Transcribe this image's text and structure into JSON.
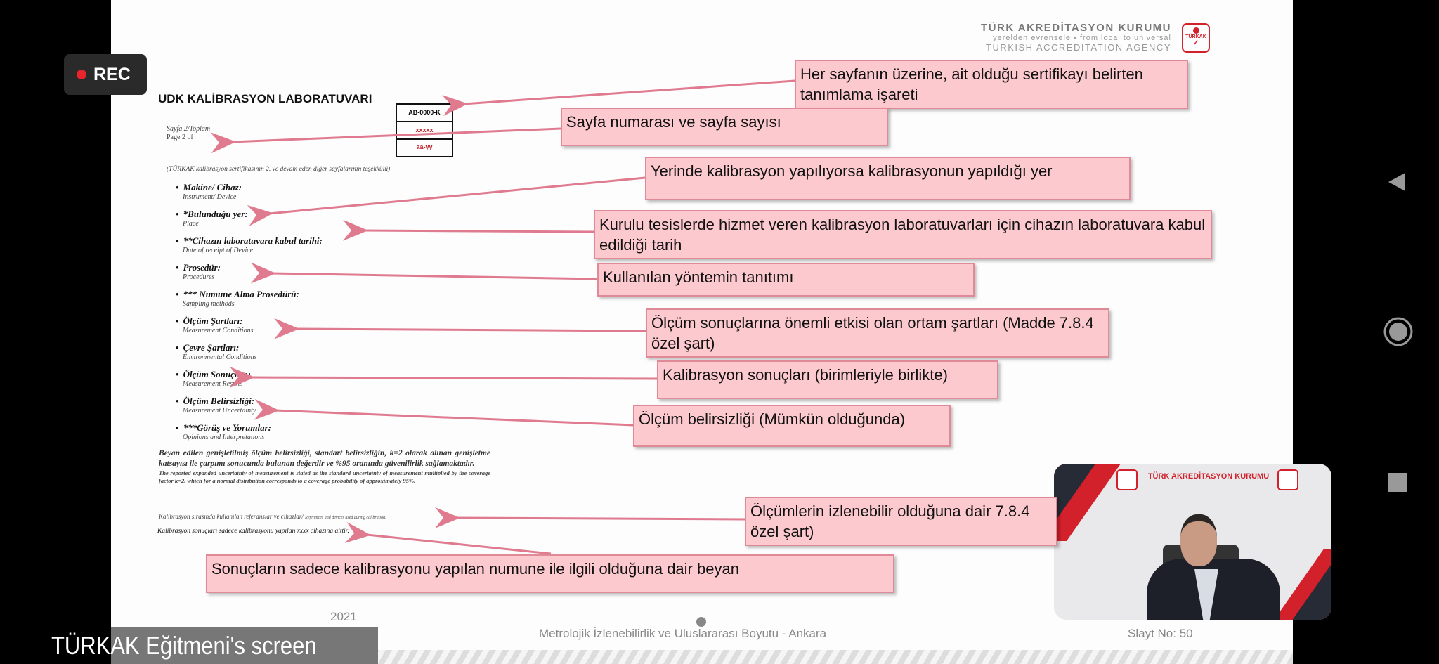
{
  "recording": {
    "label": "REC"
  },
  "header": {
    "org_tr": "TÜRK AKREDİTASYON KURUMU",
    "slogan": "yerelden evrensele • from local to universal",
    "org_en": "TURKISH ACCREDITATION AGENCY",
    "logo_text": "TÜRKAK"
  },
  "document": {
    "lab_title": "UDK KALİBRASYON LABORATUVARI",
    "cert_box": [
      "AB-0000-K",
      "xxxxx",
      "aa-yy"
    ],
    "page_tr": "Sayfa 2/Toplam",
    "page_en": "Page 2 of",
    "note": "(TÜRKAK kalibrasyon sertifikasının 2. ve devam eden diğer sayfalarının teşekkülü)",
    "fields": [
      {
        "tr": "Makine/ Cihaz:",
        "en": "Instrument/ Device"
      },
      {
        "tr": "*Bulunduğu yer:",
        "en": "Place"
      },
      {
        "tr": "**Cihazın laboratuvara kabul tarihi:",
        "en": "Date of receipt of Device"
      },
      {
        "tr": "Prosedür:",
        "en": "Procedures"
      },
      {
        "tr": "*** Numune Alma Prosedürü:",
        "en": "Sampling methods"
      },
      {
        "tr": "Ölçüm Şartları:",
        "en": "Measurement Conditions"
      },
      {
        "tr": "Çevre Şartları:",
        "en": "Environmental Conditions"
      },
      {
        "tr": "Ölçüm Sonuçları:",
        "en": "Measurement Results"
      },
      {
        "tr": "Ölçüm Belirsizliği:",
        "en": "Measurement Uncertainty"
      },
      {
        "tr": "***Görüş ve Yorumlar:",
        "en": "Opinions and Interpretations"
      }
    ],
    "uncertainty_tr": "Beyan edilen genişletilmiş ölçüm belirsizliği, standart belirsizliğin, k=2 olarak alınan genişletme katsayısı ile çarpımı sonucunda bulunan değerdir ve %95 oranında güvenilirlik sağlamaktadır.",
    "uncertainty_en": "The reported expanded uncertainty of measurement is stated as the standard uncertainty of measurement multiplied by the coverage factor k=2, which for a normal distribution corresponds to a coverage probability of approximately 95%.",
    "references_tr": "Kalibrasyon sırasında kullanılan referanslar ve cihazlar/ ",
    "references_en": "References and devices used during calibration:",
    "results_note": "Kalibrasyon sonuçları sadece kalibrasyonu yapılan xxxx cihazına aittir."
  },
  "callouts": [
    "Her sayfanın üzerine, ait olduğu sertifikayı belirten tanımlama işareti",
    "Sayfa numarası ve sayfa sayısı",
    "Yerinde kalibrasyon yapılıyorsa kalibrasyonun yapıldığı yer",
    "Kurulu tesislerde hizmet veren kalibrasyon laboratuvarları için cihazın laboratuvara kabul edildiği tarih",
    "Kullanılan yöntemin tanıtımı",
    "Ölçüm sonuçlarına önemli etkisi olan ortam şartları (Madde 7.8.4 özel şart)",
    "Kalibrasyon sonuçları (birimleriyle birlikte)",
    "Ölçüm belirsizliği (Mümkün olduğunda)",
    "Ölçümlerin izlenebilir olduğuna dair 7.8.4 özel şart)",
    "Sonuçların sadece kalibrasyonu yapılan numune ile ilgili olduğuna dair beyan"
  ],
  "footer": {
    "year": "2021",
    "title": "Metrolojik İzlenebilirlik ve Uluslararası Boyutu - Ankara",
    "slide_no": "Slayt No: 50"
  },
  "screenshare": {
    "label": "TÜRKAK Eğitmeni's screen"
  },
  "webcam": {
    "banner": "TÜRK AKREDİTASYON KURUMU"
  },
  "colors": {
    "callout_bg": "#fcc9cf",
    "arrow": "#e07a8e",
    "brand_red": "#d3212c"
  }
}
